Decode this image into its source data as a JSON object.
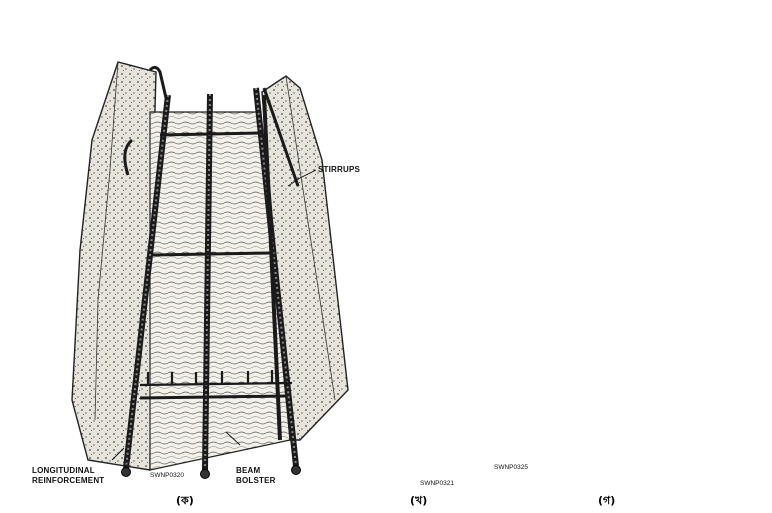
{
  "figure_a": {
    "label_stirrups": "STIRRUPS",
    "label_longitudinal_line1": "LONGITUDINAL",
    "label_longitudinal_line2": "REINFORCEMENT",
    "label_beam_line1": "BEAM",
    "label_beam_line2": "BOLSTER",
    "code": "SWNP0320",
    "caption": "(ক)"
  },
  "figure_b": {
    "code": "SWNP0321",
    "caption": "(খ)"
  },
  "figure_c": {
    "code": "SWNP0325",
    "caption": "(গ)"
  }
}
